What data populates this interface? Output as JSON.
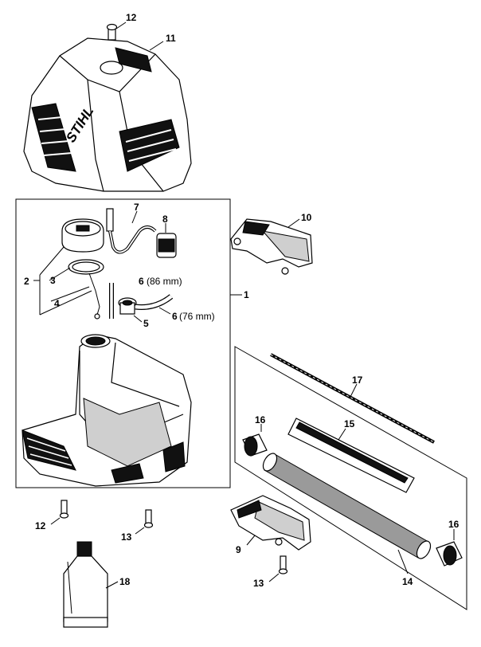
{
  "brand": "STIHL",
  "callouts": {
    "c1": "1",
    "c2": "2",
    "c3": "3",
    "c4": "4",
    "c5": "5",
    "c6a": "6",
    "c6a_note": "(86 mm)",
    "c6b": "6",
    "c6b_note": "(76 mm)",
    "c7": "7",
    "c8": "8",
    "c9": "9",
    "c10": "10",
    "c11": "11",
    "c12a": "12",
    "c12b": "12",
    "c13a": "13",
    "c13b": "13",
    "c14": "14",
    "c15": "15",
    "c16a": "16",
    "c16b": "16",
    "c17": "17",
    "c18": "18"
  }
}
